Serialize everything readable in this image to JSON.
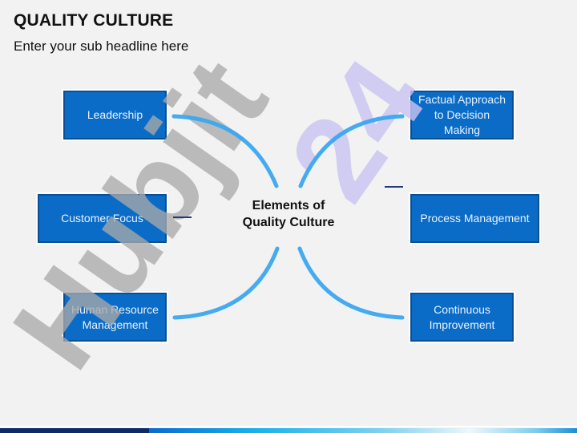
{
  "header": {
    "title": "QUALITY CULTURE",
    "subtitle": "Enter your sub headline here"
  },
  "diagram": {
    "center_label": "Elements of\nQuality Culture",
    "left_items": [
      {
        "label": "Leadership"
      },
      {
        "label": "Customer Focus"
      },
      {
        "label": "Human Resource\nManagement"
      }
    ],
    "right_items": [
      {
        "label": "Factual Approach\nto Decision\nMaking"
      },
      {
        "label": "Process Management"
      },
      {
        "label": "Continuous\nImprovement"
      }
    ]
  },
  "watermark": {
    "text_primary": "Hubjit",
    "text_secondary": "24"
  },
  "colors": {
    "box_fill": "#0b6cc7",
    "box_border": "#0a4f95",
    "arc": "#3aa6f0",
    "connector": "#1f3b7a",
    "watermark_gray": "#a9a9a9",
    "watermark_lavender": "#c9c3f2",
    "footer_dark": "#0b2a66"
  }
}
